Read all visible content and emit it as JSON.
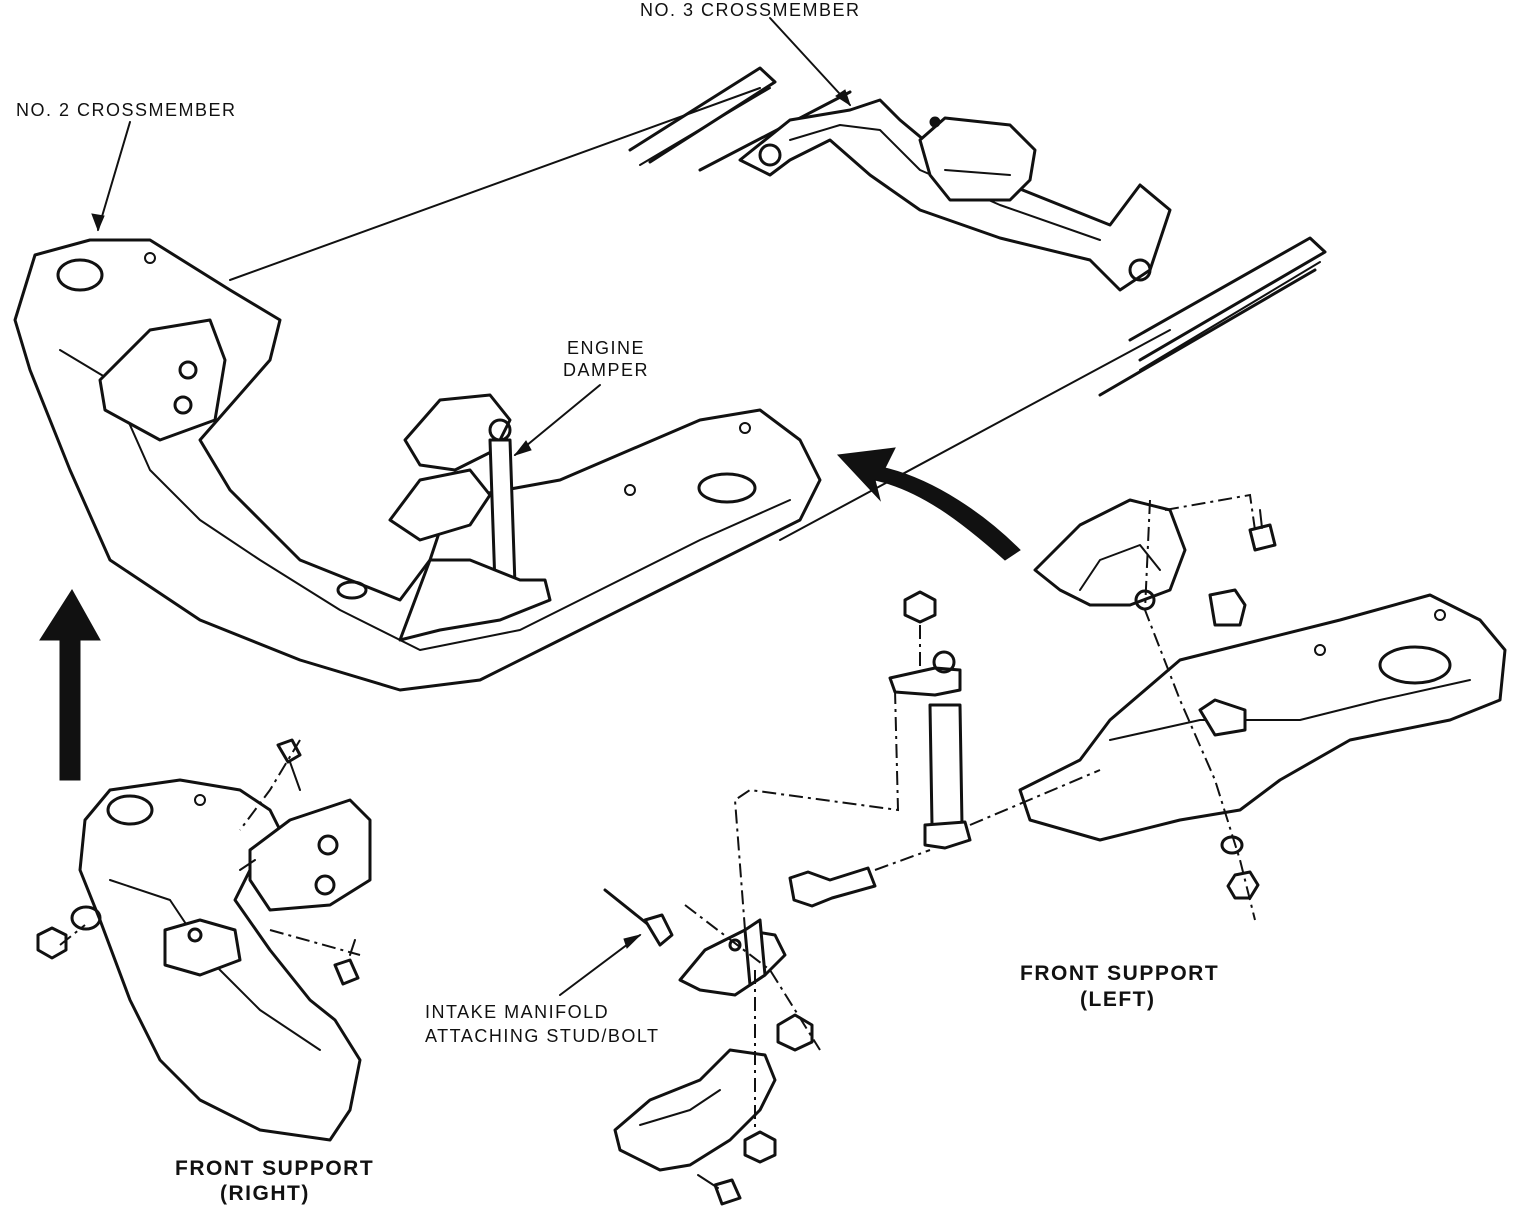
{
  "labels": {
    "no3_crossmember": "NO. 3 CROSSMEMBER",
    "no2_crossmember": "NO. 2 CROSSMEMBER",
    "engine_damper_line1": "ENGINE",
    "engine_damper_line2": "DAMPER",
    "intake_line1": "INTAKE MANIFOLD",
    "intake_line2": "ATTACHING STUD/BOLT",
    "front_support_left_line1": "FRONT SUPPORT",
    "front_support_left_line2": "(LEFT)",
    "front_support_right_line1": "FRONT SUPPORT",
    "front_support_right_line2": "(RIGHT)"
  }
}
